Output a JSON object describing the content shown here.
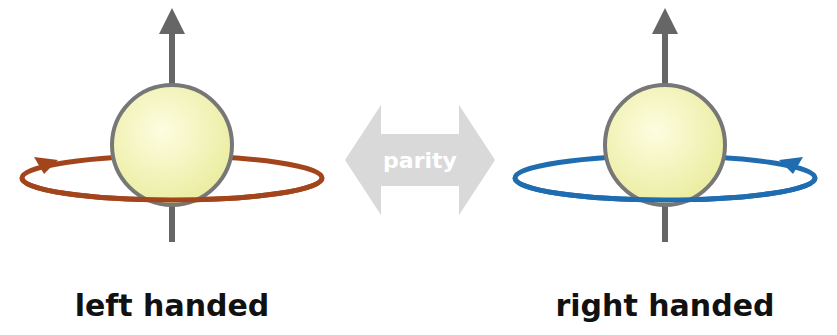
{
  "diagram": {
    "nodes": [
      {
        "text": [
          "parity"
        ]
      }
    ],
    "labels": [
      "left handed",
      "right handed"
    ]
  }
}
